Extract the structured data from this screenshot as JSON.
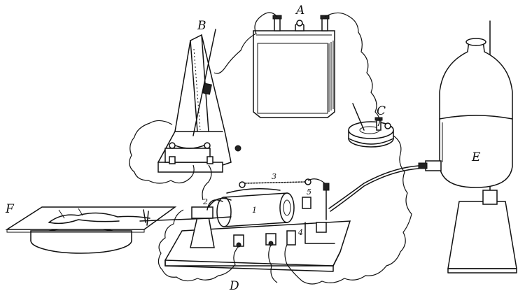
{
  "labels": {
    "A": "A",
    "B": "B",
    "C": "C",
    "D": "D",
    "E": "E",
    "F": "F"
  },
  "part_numbers": {
    "n1": "1",
    "n2": "2",
    "n3": "3",
    "n4": "4",
    "n5": "5"
  },
  "colors": {
    "ink": "#111111",
    "paper": "#ffffff"
  }
}
